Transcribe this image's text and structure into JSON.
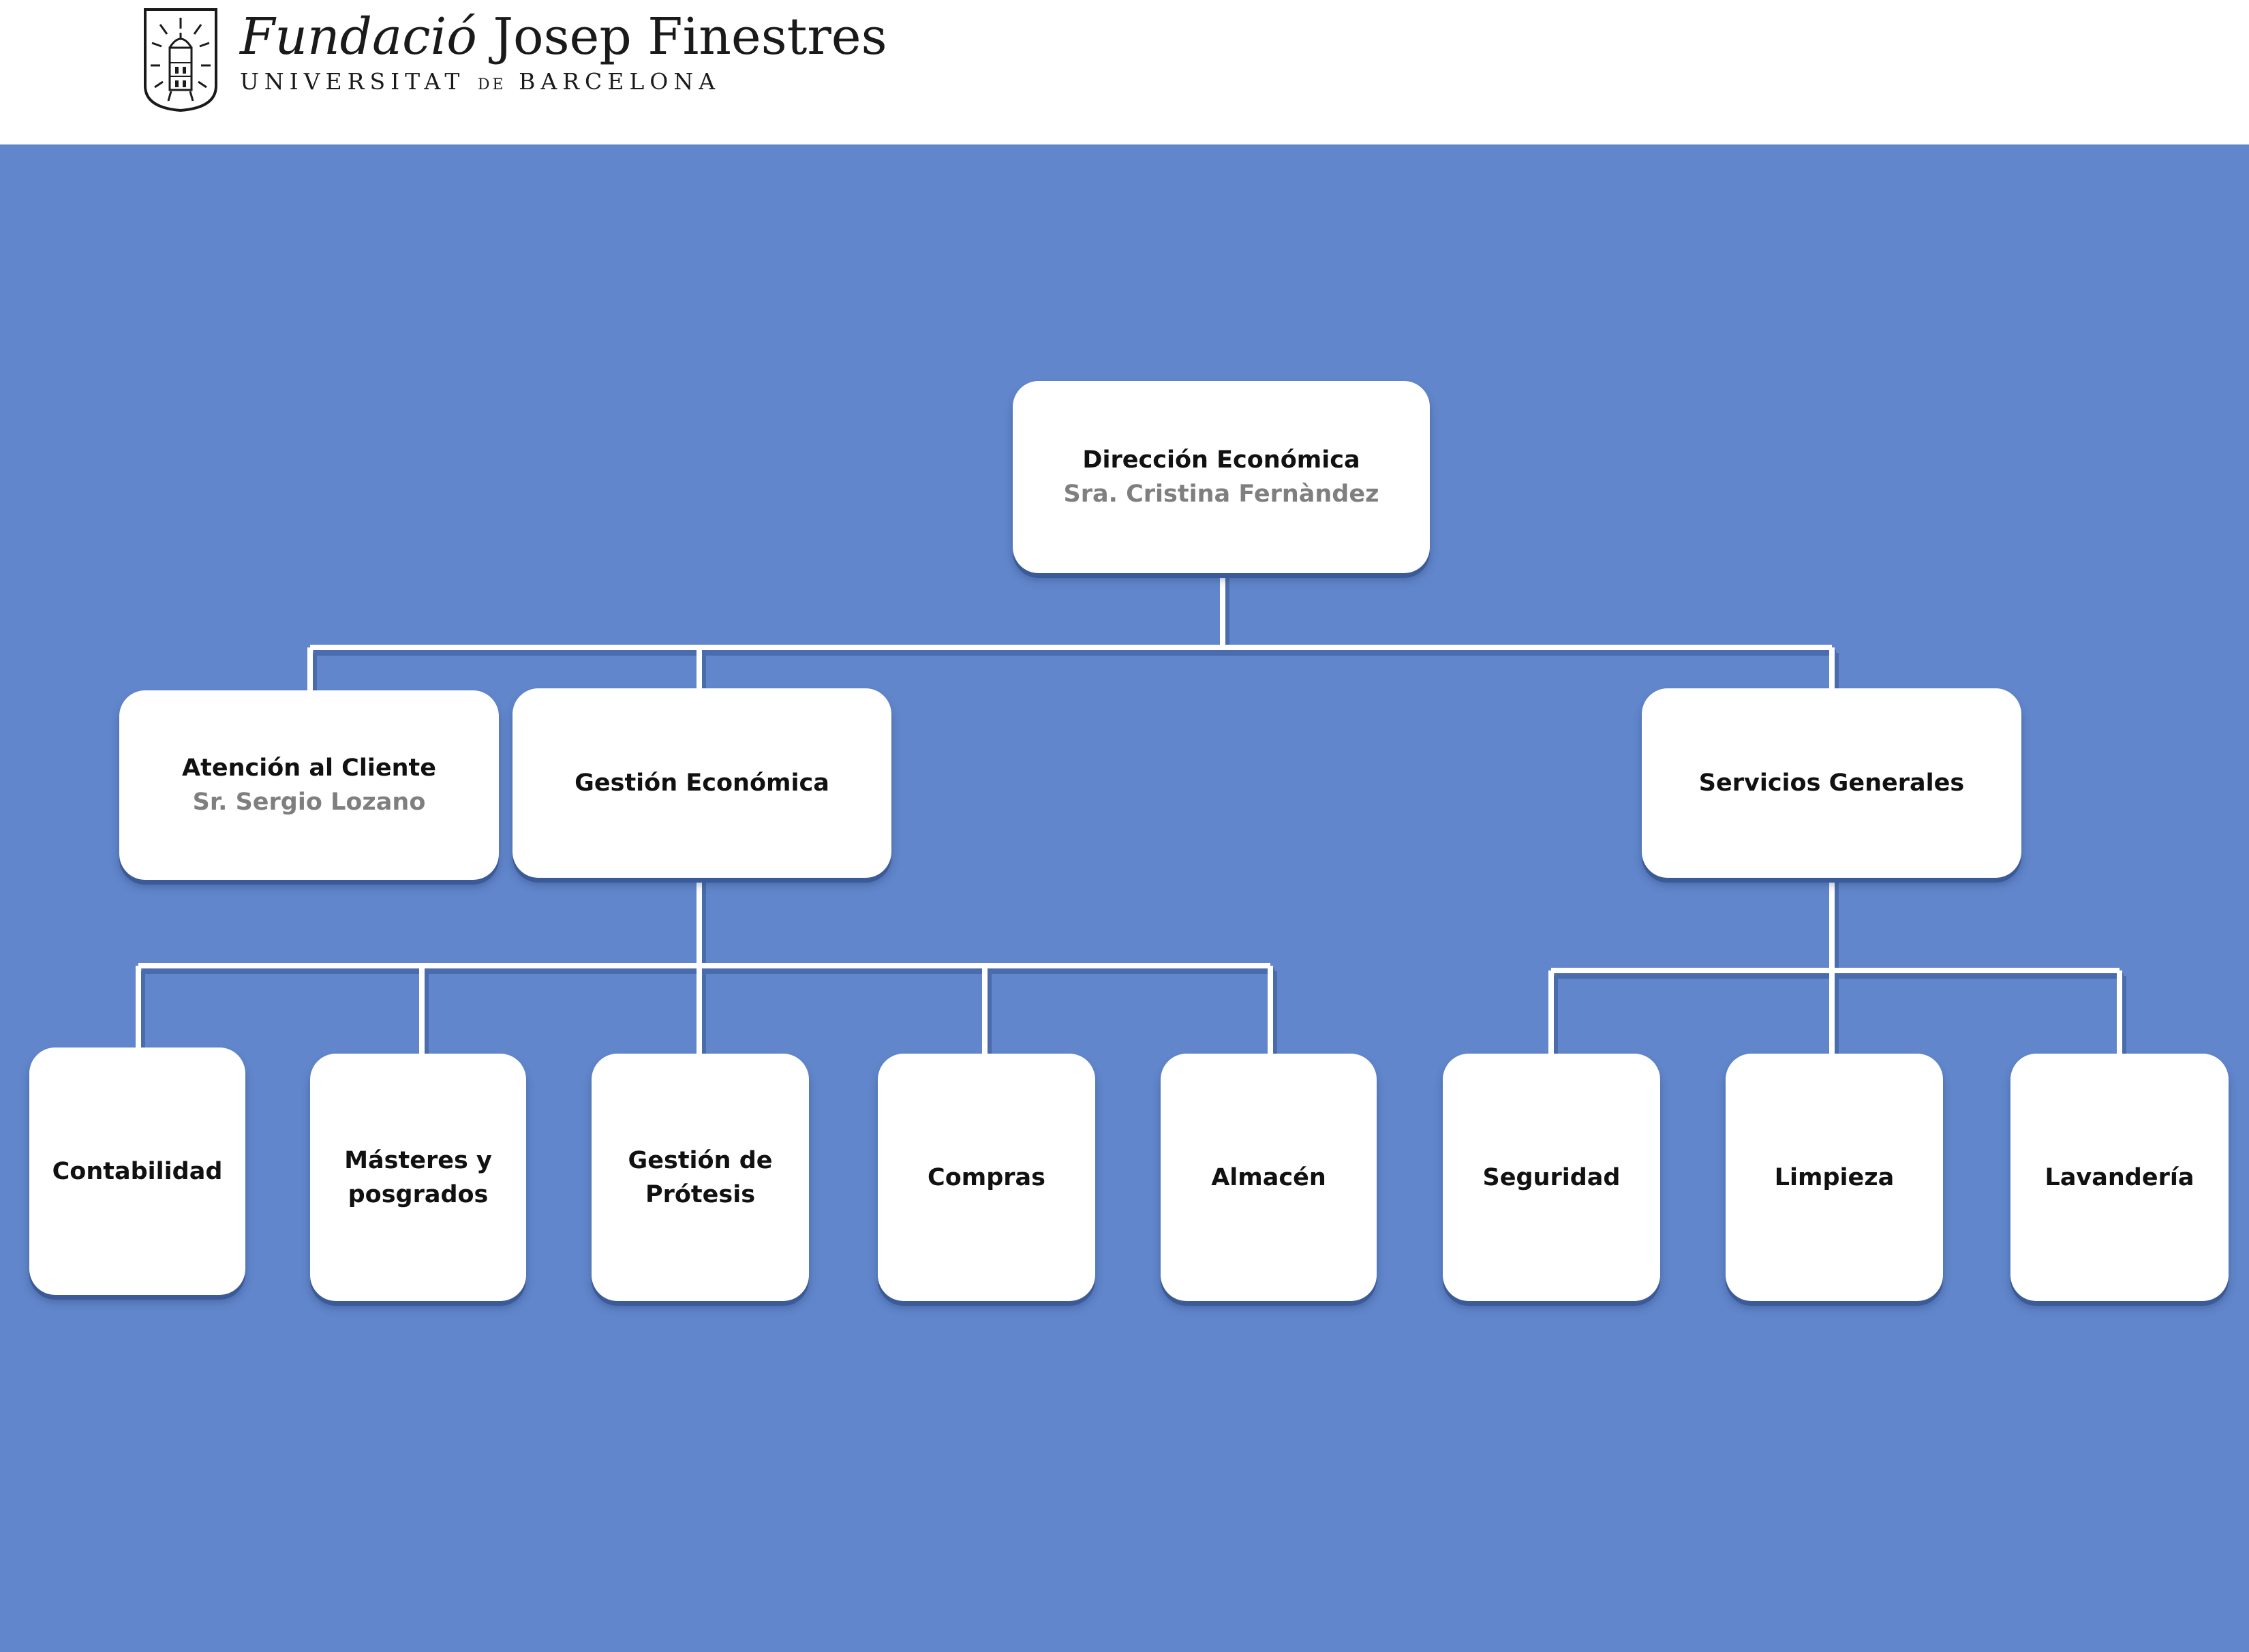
{
  "header": {
    "org_name_italic": "Fundació",
    "org_name_rest": "Josep Finestres",
    "univ_part1": "UNIVERSITAT",
    "univ_part2": "DE",
    "univ_part3": "BARCELONA"
  },
  "org_chart": {
    "root": {
      "title": "Dirección Económica",
      "person": "Sra. Cristina Fernàndez"
    },
    "level2": [
      {
        "title": "Atención al Cliente",
        "person": "Sr. Sergio Lozano"
      },
      {
        "title": "Gestión Económica"
      },
      {
        "title": "Servicios Generales"
      }
    ],
    "gestion_children": [
      "Contabilidad",
      "Másteres y posgrados",
      "Gestión de Prótesis",
      "Compras",
      "Almacén"
    ],
    "servicios_children": [
      "Seguridad",
      "Limpieza",
      "Lavandería"
    ]
  },
  "colors": {
    "background": "#6186CB",
    "node": "#ffffff",
    "connector": "#ffffff",
    "person_text": "#7f7f7f"
  }
}
